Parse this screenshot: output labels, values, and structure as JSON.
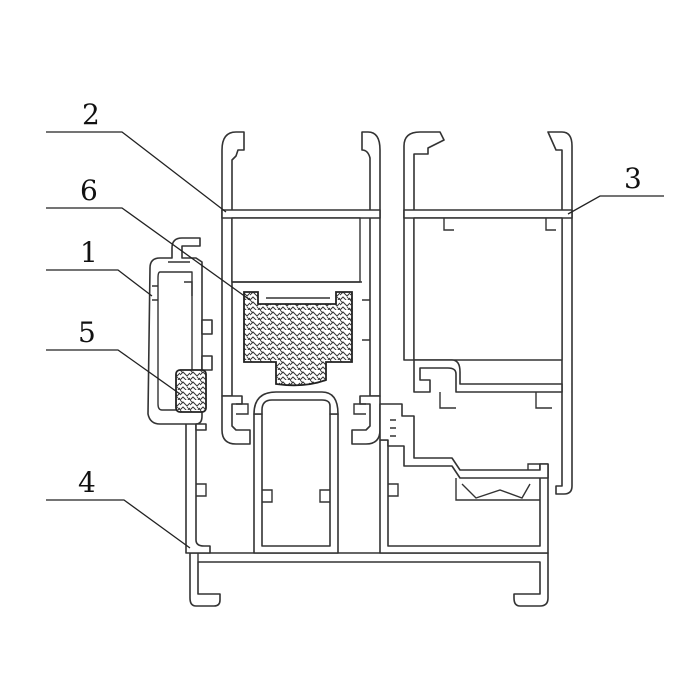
{
  "callouts": [
    {
      "id": "c1",
      "text": "1"
    },
    {
      "id": "c2",
      "text": "2"
    },
    {
      "id": "c3",
      "text": "3"
    },
    {
      "id": "c4",
      "text": "4"
    },
    {
      "id": "c5",
      "text": "5"
    },
    {
      "id": "c6",
      "text": "6"
    }
  ],
  "colors": {
    "line": "#333333",
    "background": "#ffffff"
  }
}
